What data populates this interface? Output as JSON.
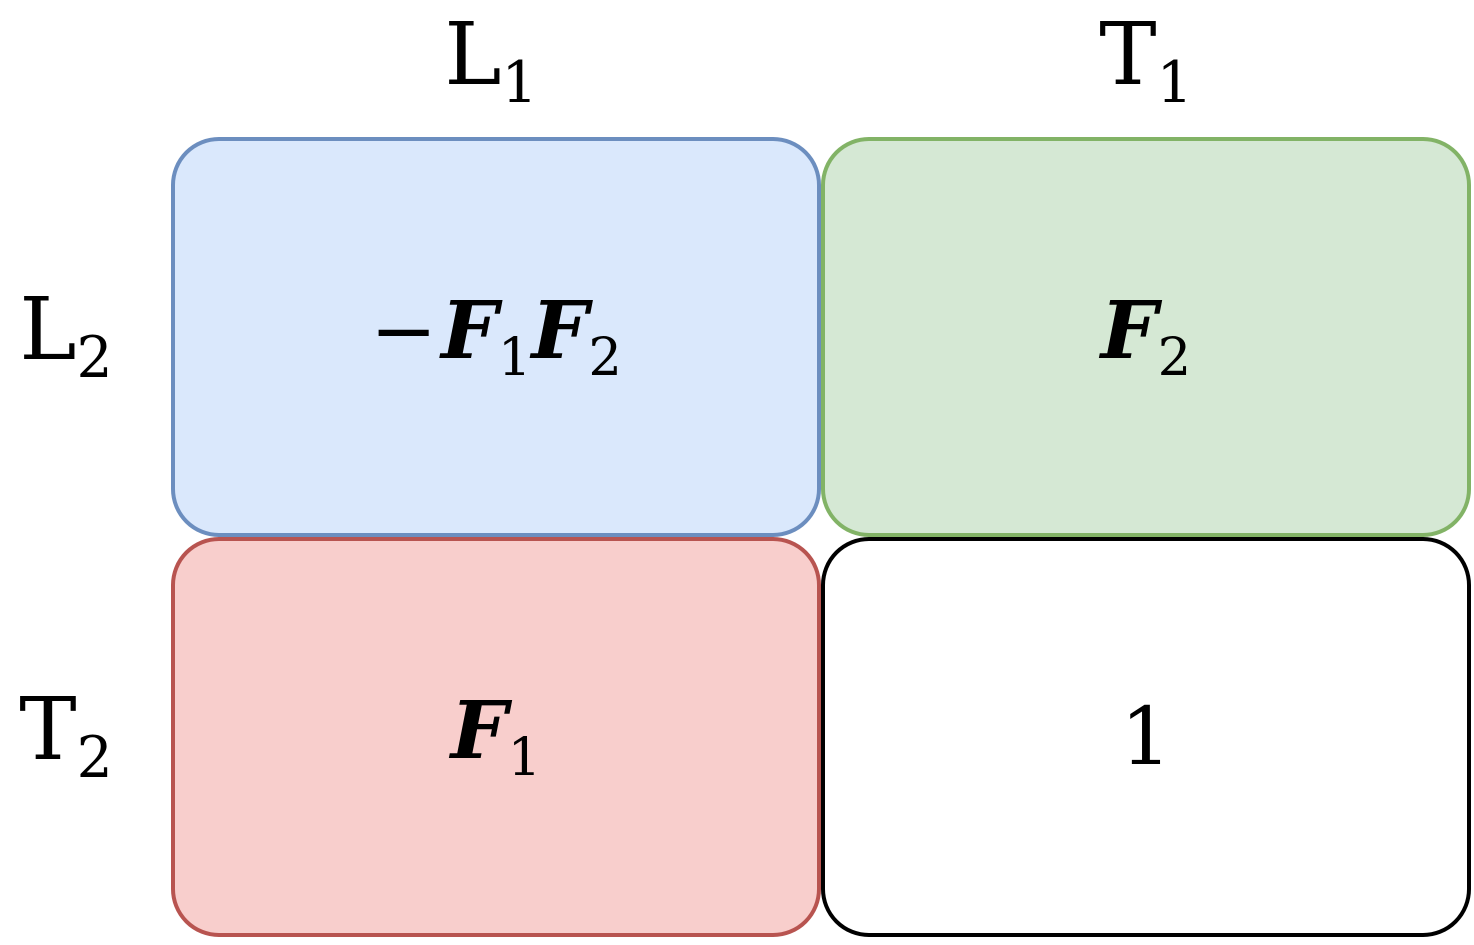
{
  "columns": [
    {
      "base": "L",
      "sub": "1"
    },
    {
      "base": "T",
      "sub": "1"
    }
  ],
  "rows": [
    {
      "base": "L",
      "sub": "2"
    },
    {
      "base": "T",
      "sub": "2"
    }
  ],
  "cells": {
    "l2_l1": {
      "minus": "−",
      "a": {
        "base": "F",
        "sub": "1"
      },
      "b": {
        "base": "F",
        "sub": "2"
      },
      "fill": "#dae8fc",
      "stroke": "#6c8ebf"
    },
    "l2_t1": {
      "a": {
        "base": "F",
        "sub": "2"
      },
      "fill": "#d5e8d4",
      "stroke": "#82b366"
    },
    "t2_l1": {
      "a": {
        "base": "F",
        "sub": "1"
      },
      "fill": "#f8cecc",
      "stroke": "#b85450"
    },
    "t2_t1": {
      "value": "1",
      "fill": "#ffffff",
      "stroke": "#000000"
    }
  }
}
